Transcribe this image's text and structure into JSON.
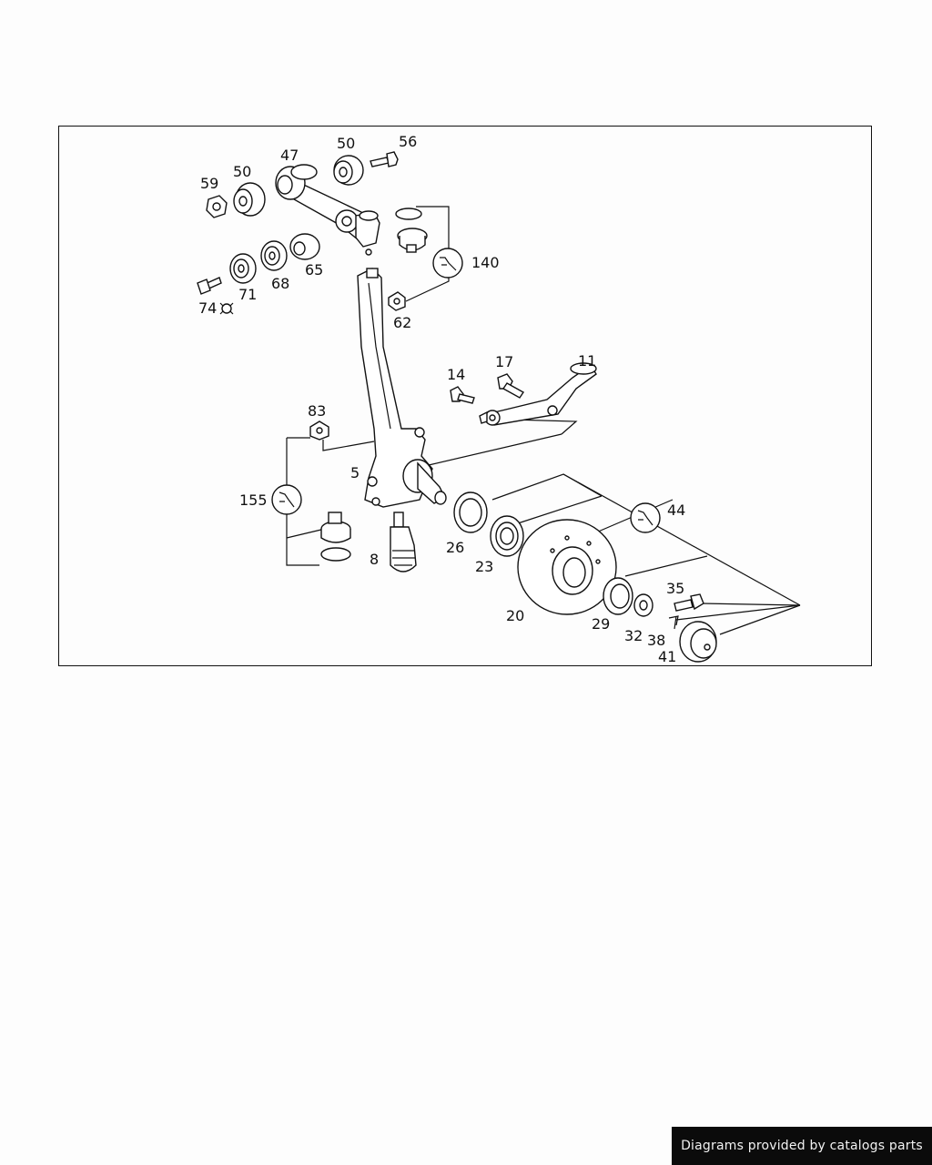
{
  "diagram": {
    "callouts": [
      {
        "id": "59",
        "text": "59"
      },
      {
        "id": "50a",
        "text": "50"
      },
      {
        "id": "47",
        "text": "47"
      },
      {
        "id": "50b",
        "text": "50"
      },
      {
        "id": "56",
        "text": "56"
      },
      {
        "id": "140",
        "text": "140"
      },
      {
        "id": "65",
        "text": "65"
      },
      {
        "id": "68",
        "text": "68"
      },
      {
        "id": "71",
        "text": "71"
      },
      {
        "id": "74",
        "text": "74"
      },
      {
        "id": "62",
        "text": "62"
      },
      {
        "id": "14",
        "text": "14"
      },
      {
        "id": "17",
        "text": "17"
      },
      {
        "id": "11",
        "text": "11"
      },
      {
        "id": "83",
        "text": "83"
      },
      {
        "id": "5",
        "text": "5"
      },
      {
        "id": "155",
        "text": "155"
      },
      {
        "id": "8",
        "text": "8"
      },
      {
        "id": "26",
        "text": "26"
      },
      {
        "id": "23",
        "text": "23"
      },
      {
        "id": "44",
        "text": "44"
      },
      {
        "id": "20",
        "text": "20"
      },
      {
        "id": "29",
        "text": "29"
      },
      {
        "id": "35",
        "text": "35"
      },
      {
        "id": "32",
        "text": "32"
      },
      {
        "id": "38",
        "text": "38"
      },
      {
        "id": "41",
        "text": "41"
      }
    ]
  },
  "footer": {
    "credit": "Diagrams provided by catalogs parts"
  }
}
